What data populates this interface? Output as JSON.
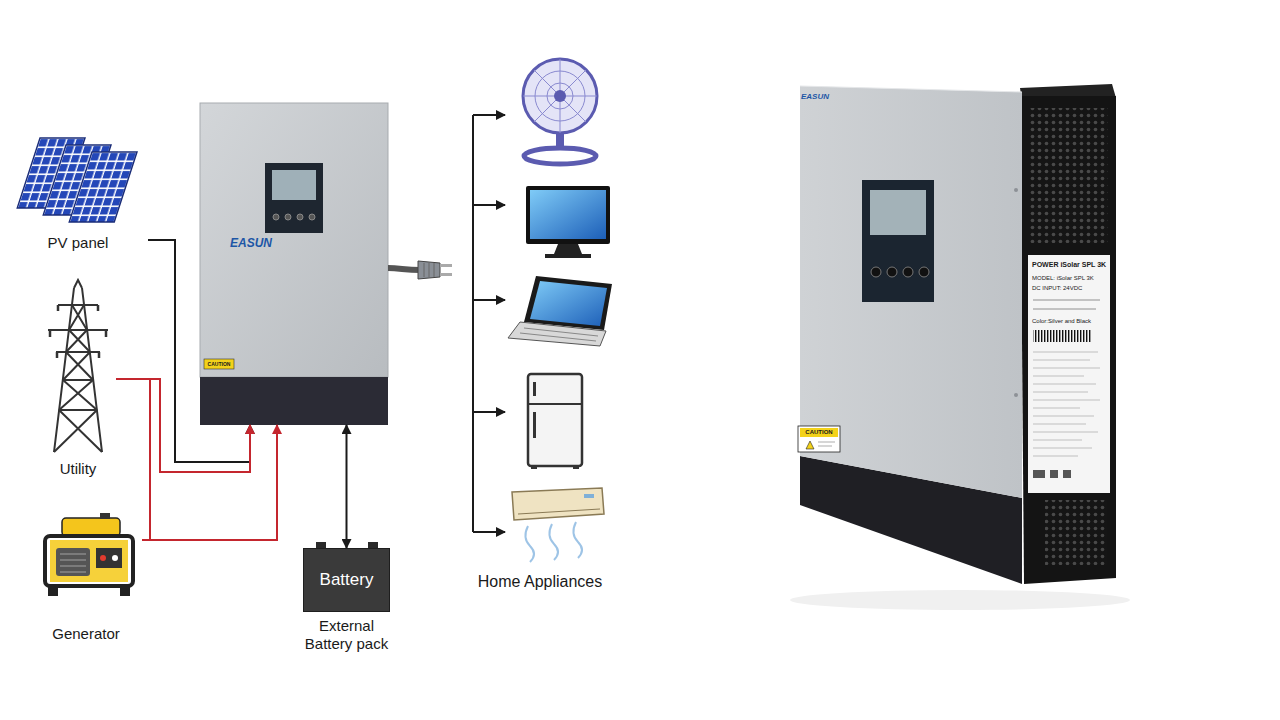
{
  "diagram": {
    "nodes": [
      {
        "text": [
          "PV panel"
        ]
      },
      {
        "text": [
          "Utility"
        ]
      },
      {
        "text": [
          "Generator"
        ]
      },
      {
        "text": [
          "EASUN"
        ]
      },
      {
        "text": [
          "Battery",
          "External Battery pack"
        ]
      }
    ],
    "edges": [
      {
        "from": 0,
        "to": 3,
        "arrow": "to"
      },
      {
        "from": 1,
        "to": 3,
        "arrow": "to"
      },
      {
        "from": 2,
        "to": 3,
        "arrow": "to"
      },
      {
        "from": 3,
        "to": 4,
        "arrow": "both"
      }
    ],
    "labels": [
      "Home Appliances",
      "CAUTION",
      "EASUN",
      "POWER iSolar SPL 3K",
      "MODEL: iSolar SPL 3K",
      "DC INPUT: 24VDC",
      "Color:Silver and Black",
      "CAUTION"
    ]
  }
}
